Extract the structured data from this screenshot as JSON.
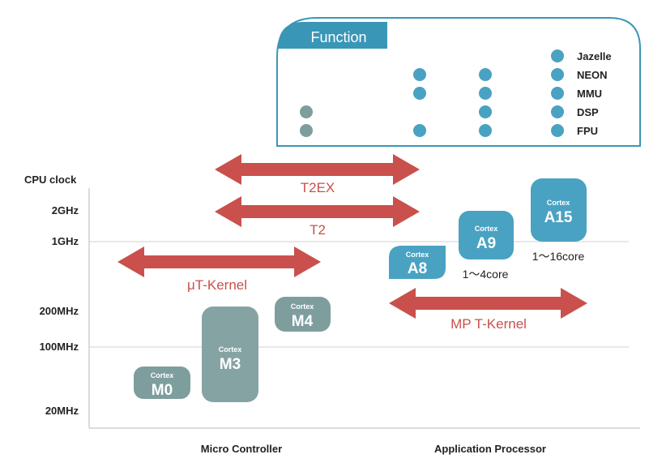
{
  "colors": {
    "blue": "#4aa2c2",
    "gray_teal": "#7e9e9e",
    "dark_teal": "#86a3a3",
    "arrow_red": "#c9504c",
    "grid": "#d0d0d0",
    "function_border": "#3a96b6"
  },
  "function_box": {
    "title": "Function",
    "features": [
      "Jazelle",
      "NEON",
      "MMU",
      "DSP",
      "FPU"
    ]
  },
  "axis": {
    "ylabel": "CPU clock",
    "ticks": [
      "2GHz",
      "1GHz",
      "200MHz",
      "100MHz",
      "20MHz"
    ],
    "categories": [
      "Micro Controller",
      "Application Processor"
    ]
  },
  "kernels": [
    {
      "label": "T2EX"
    },
    {
      "label": "T2"
    },
    {
      "label": "μT-Kernel"
    },
    {
      "label": "MP T-Kernel"
    }
  ],
  "processors": [
    {
      "brand": "Cortex",
      "name": "M0",
      "color": "gray"
    },
    {
      "brand": "Cortex",
      "name": "M3",
      "color": "gray"
    },
    {
      "brand": "Cortex",
      "name": "M4",
      "color": "gray"
    },
    {
      "brand": "Cortex",
      "name": "A8",
      "color": "blue"
    },
    {
      "brand": "Cortex",
      "name": "A9",
      "color": "blue",
      "cores": "1～4core"
    },
    {
      "brand": "Cortex",
      "name": "A15",
      "color": "blue",
      "cores": "1～16core"
    }
  ]
}
